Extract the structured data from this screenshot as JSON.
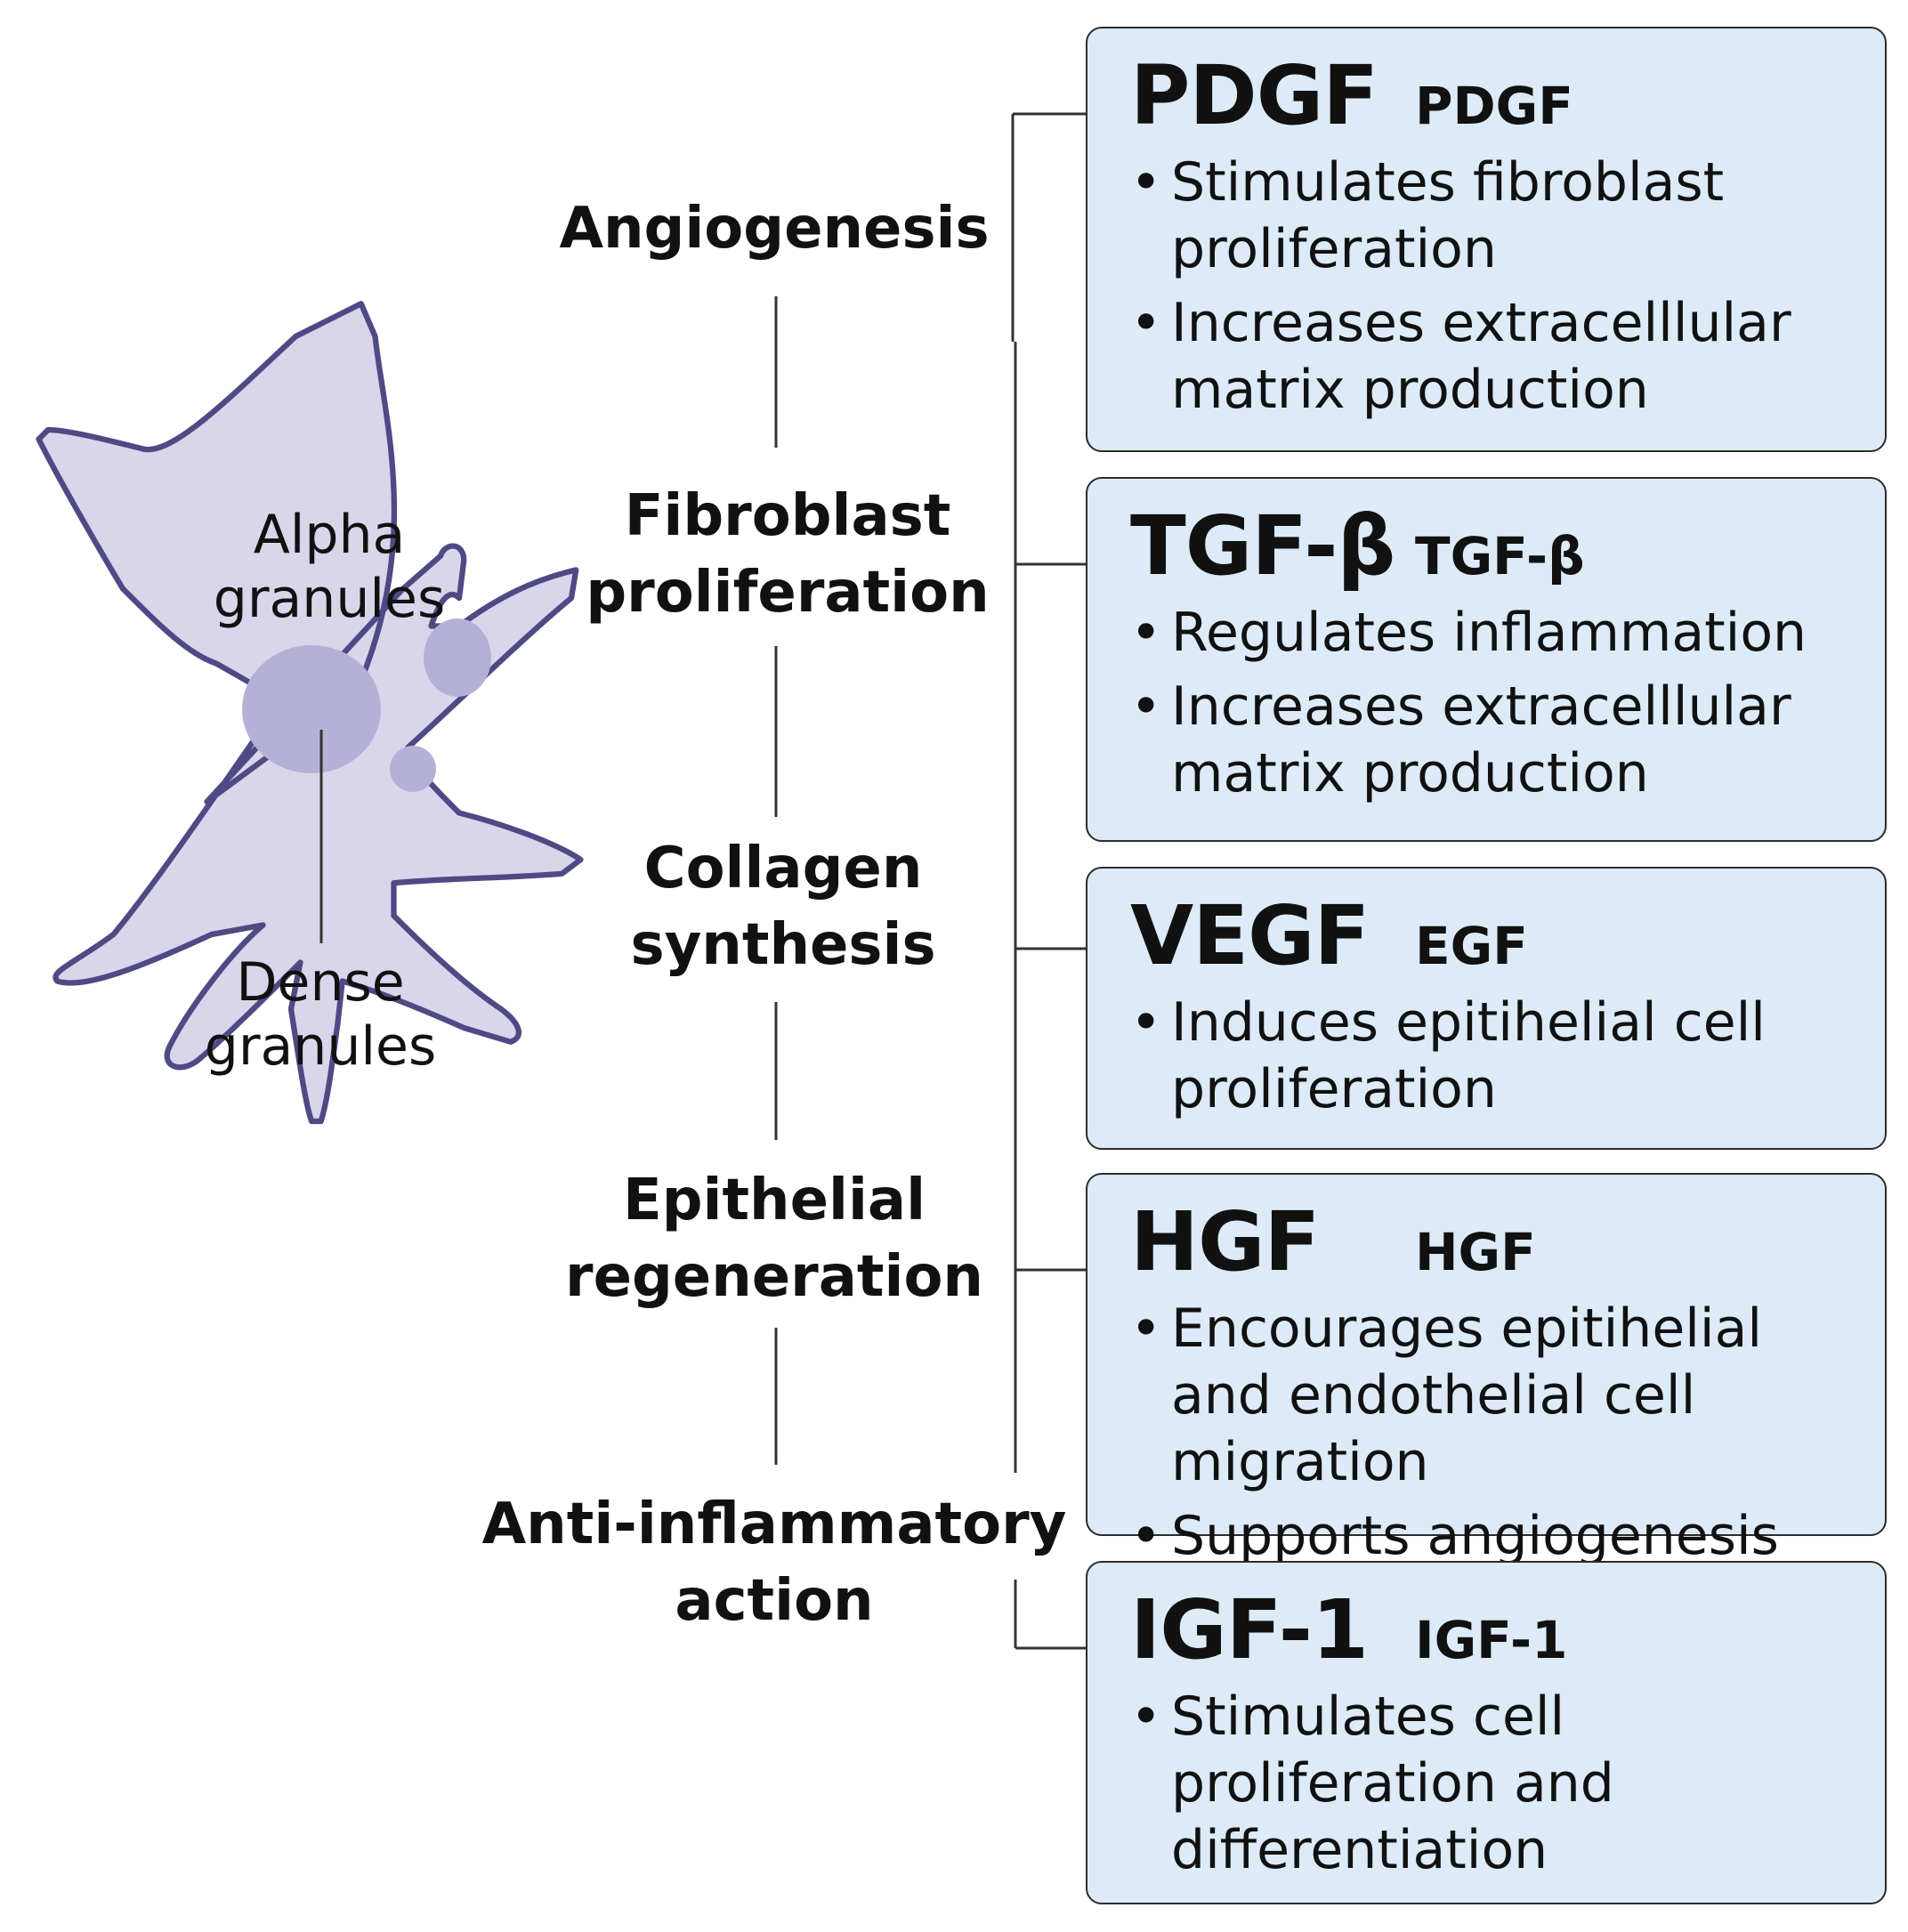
{
  "cell": {
    "alpha_label": "Alpha\ngranules",
    "dense_label": "Dense\ngranules"
  },
  "processes": [
    "Angiogenesis",
    "Fibroblast\nproliferation",
    "Collagen\nsynthesis",
    "Epithelial\nregeneration",
    "Anti-inflammatory\naction"
  ],
  "growth_factors": [
    {
      "name": "PDGF",
      "alt": "PDGF",
      "points": [
        "Stimulates fibroblast proliferation",
        "Increases extracelllular matrix production"
      ]
    },
    {
      "name": "TGF-β",
      "alt": "TGF-β",
      "points": [
        "Regulates inflammation",
        "Increases extracelllular matrix production"
      ]
    },
    {
      "name": "VEGF",
      "alt": "EGF",
      "points": [
        "Induces epitihelial cell proliferation"
      ]
    },
    {
      "name": "HGF",
      "alt": "HGF",
      "points": [
        "Encourages epitihelial and endothelial cell migration",
        "Supports angiogenesis"
      ]
    },
    {
      "name": "IGF-1",
      "alt": "IGF-1",
      "points": [
        "Stimulates cell proliferation and differentiation"
      ]
    }
  ],
  "colors": {
    "cell_fill": "#d9d6ec",
    "cell_outline": "#4e4a84",
    "granule_fill": "#b5b1d6",
    "box_fill": "#dcebf7",
    "box_border": "#2c2c2c",
    "text": "#111111"
  }
}
